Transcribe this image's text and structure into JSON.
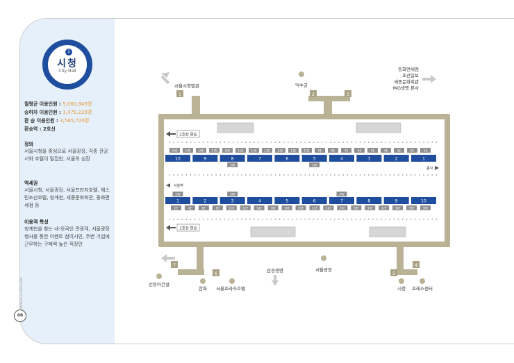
{
  "station": {
    "line_number": "1",
    "name": "시청",
    "name_en": "City Hall"
  },
  "stats": {
    "avg_label": "월평균 이용인원 :",
    "avg_value": "5,060,945명",
    "board_label": "승하차 이용인원 :",
    "board_value": "1,475,225명",
    "transfer_label": "환 승 이용인원 :",
    "transfer_value": "3,585,720명",
    "transfer_line_label": "환승역 : 2호선"
  },
  "sections": {
    "definition_title": "정의",
    "definition_body": "서울시청을 중심으로 서울광장, 각종 관공서와 호텔이 밀집한, 서울의 심장",
    "area_title": "역세권",
    "area_body": "서울시청, 서울광장, 서울프라자호텔, 웨스틴조선호텔, 청계천, 세종문화회관, 동화면세점 등",
    "users_title": "이용객 특성",
    "users_body": "청계천을 찾는 내·외국인 관광객, 서울광장 행사를 통한 이벤트 참여시민, 주변 기업에 근무하는 구매력 높은 직장인"
  },
  "page": {
    "side_note": "Platform Screen Door",
    "number": "06"
  },
  "colors": {
    "train": "#1f4e9e",
    "wall": "#b9b295",
    "door": "#8f8f8f",
    "sidebar": "#e6f0fa"
  },
  "map": {
    "exits": [
      "1",
      "2",
      "3",
      "4",
      "5",
      "6",
      "7"
    ],
    "labels": {
      "annex": "서울시청별관",
      "deoksugung": "덕수궁",
      "ne1": "동화면세점",
      "ne2": "조선일보",
      "ne3": "세종문화회관",
      "ne4": "ING생명 본사",
      "sinhan": "신동아건설",
      "hanwha": "한화",
      "plaza_hotel": "서울프라자호텔",
      "samsung": "삼성생명",
      "plaza": "서울광장",
      "cityhall": "시청",
      "press": "프레스센터"
    },
    "transfer_top": "2호선 환승",
    "transfer_bottom": "2호선 환승",
    "to_top": "종각",
    "to_bottom": "서울역",
    "top_doors": [
      "20E",
      "19E",
      "18E",
      "17E",
      "16E",
      "15E",
      "14E",
      "13E",
      "12E",
      "11E",
      "10E",
      "9E",
      "8E",
      "7E",
      "6E",
      "5E",
      "4E",
      "3E",
      "2E",
      "1E"
    ],
    "top_extra": [
      "3W",
      "1W"
    ],
    "top_cars": [
      "10",
      "9",
      "8",
      "7",
      "6",
      "5",
      "4",
      "3",
      "2",
      "1"
    ],
    "bottom_extra": [
      "1W",
      "3W",
      "5W"
    ],
    "bottom_cars": [
      "1",
      "2",
      "3",
      "4",
      "5",
      "6",
      "7",
      "8",
      "9",
      "10"
    ],
    "bottom_doors": [
      "2E",
      "4E",
      "6E",
      "8E",
      "10E",
      "12E",
      "14E",
      "16E",
      "18E",
      "20E",
      "22E",
      "24E",
      "26E",
      "28E",
      "30E",
      "32E",
      "34E",
      "36E",
      "38E"
    ]
  }
}
